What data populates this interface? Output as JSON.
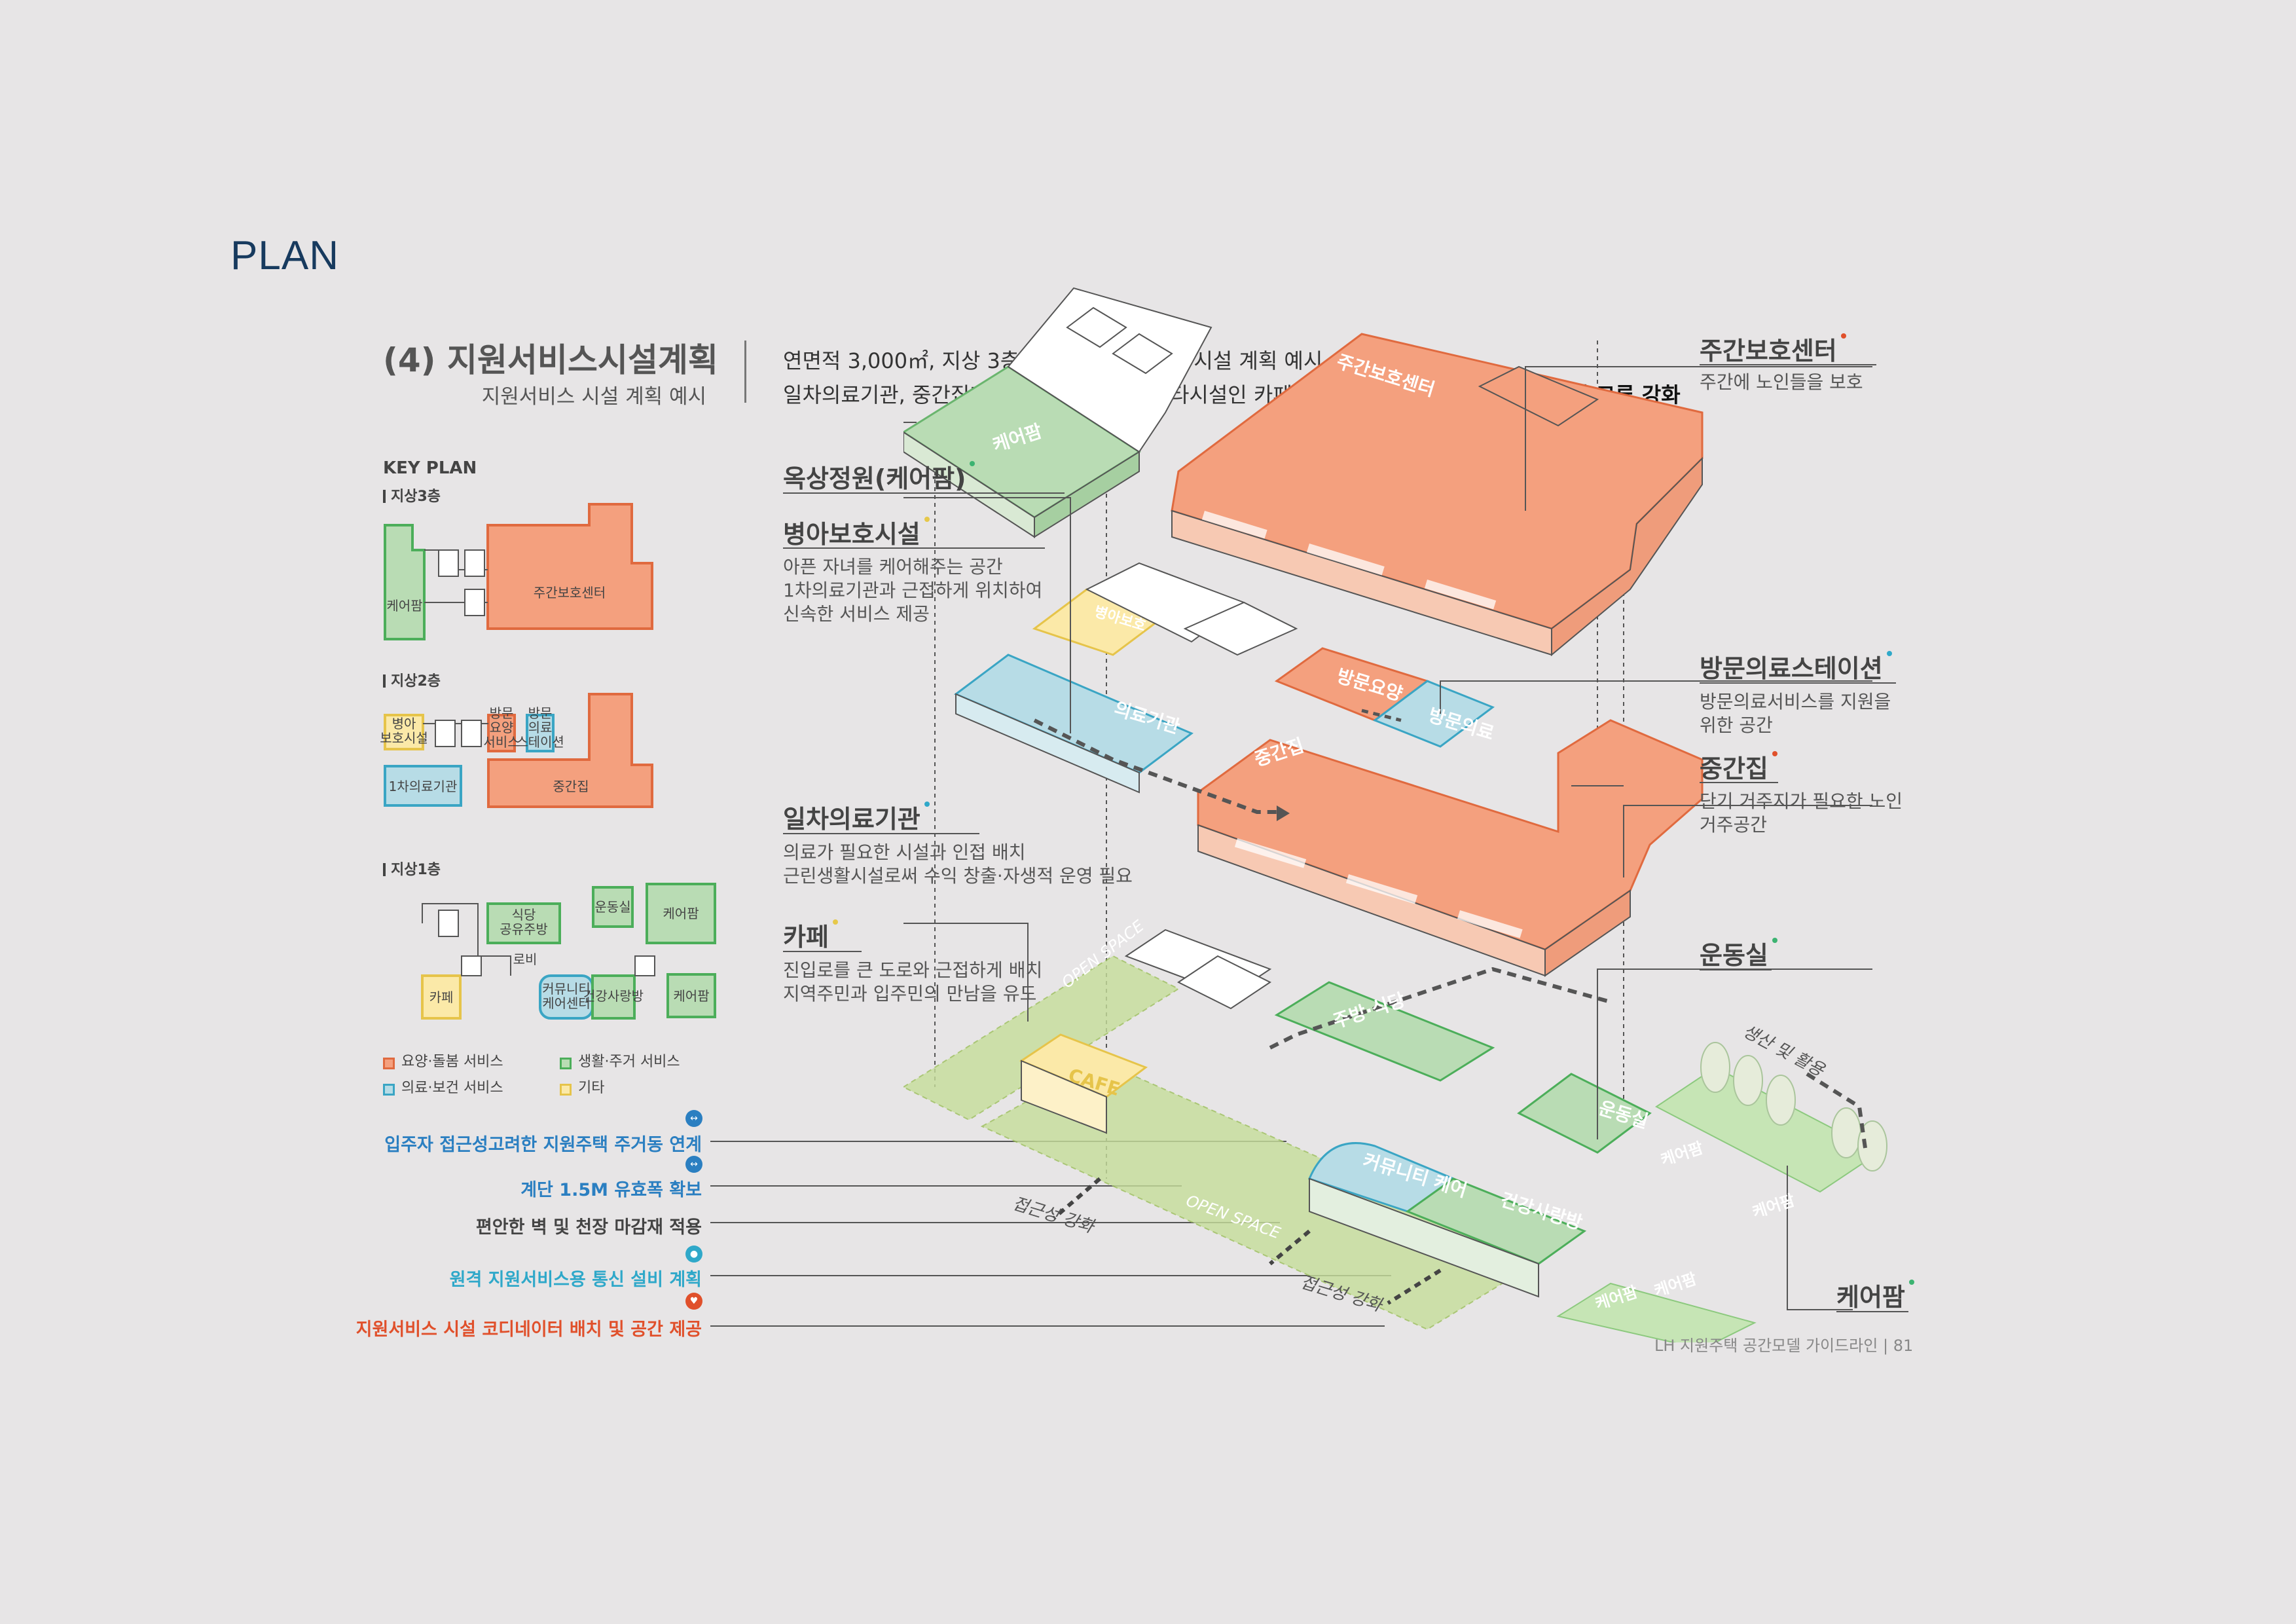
{
  "page": {
    "section": "PLAN",
    "title": "(4) 지원서비스시설계획",
    "subtitle": "지원서비스 시설 계획 예시",
    "intro_line1": "연면적 3,000㎡, 지상 3층 규모의 지원서비스 시설 계획 예시",
    "intro_line2_a": "일차의료기관, 중간집과 같은 복리시설 및 기타시설인 카페 및 병아보호시설 설치로 ",
    "intro_line2_b": "지역사회 교류 강화",
    "footer": "LH 지원주택 공간모델 가이드라인 | 81"
  },
  "keyplan": {
    "title": "KEY PLAN",
    "floors": {
      "f3": "지상3층",
      "f2": "지상2층",
      "f1": "지상1층"
    },
    "rooms": {
      "f3_carefarm": "케어팜",
      "f3_daycare": "주간보호센터",
      "f2_sick_child_1": "병아",
      "f2_sick_child_2": "보호시설",
      "f2_visit_care_1": "방문",
      "f2_visit_care_2": "요양",
      "f2_visit_care_3": "서비스",
      "f2_visit_med_1": "방문",
      "f2_visit_med_2": "의료",
      "f2_visit_med_3": "스테이션",
      "f2_clinic": "1차의료기관",
      "f2_halfway": "중간집",
      "f1_dining_1": "식당",
      "f1_dining_2": "공유주방",
      "f1_gym": "운동실",
      "f1_carefarm_a": "케어팜",
      "f1_lobby": "로비",
      "f1_cafe": "카페",
      "f1_community_1": "커뮤니티",
      "f1_community_2": "케어센터",
      "f1_health": "건강사랑방",
      "f1_carefarm_b": "케어팜"
    },
    "legend": {
      "care": "요양·돌봄 서비스",
      "living": "생활·주거 서비스",
      "medical": "의료·보건 서비스",
      "etc": "기타"
    }
  },
  "features": [
    {
      "text": "입주자 접근성고려한 지원주택 주거동 연계",
      "icon": "link-icon",
      "color": "#2b7fc1"
    },
    {
      "text": "계단 1.5M 유효폭 확보",
      "icon": "link-icon",
      "color": "#2b7fc1"
    },
    {
      "text": "편안한 벽 및 천장 마감재 적용",
      "icon": "",
      "color": "#444444"
    },
    {
      "text": "원격 지원서비스용 통신 설비 계획",
      "icon": "bulb-icon",
      "color": "#2fa8c9"
    },
    {
      "text": "지원서비스 시설 코디네이터 배치 및 공간 제공",
      "icon": "heart-icon",
      "color": "#e0502b"
    }
  ],
  "labels_left": {
    "rooftop": {
      "title": "옥상정원(케어팜)",
      "dot": "#3cb371"
    },
    "sick_child": {
      "title": "병아보호시설",
      "dot": "#e6c84a",
      "lines": [
        "아픈 자녀를 케어해주는 공간",
        "1차의료기관과 근접하게 위치하여",
        "신속한 서비스 제공"
      ]
    },
    "clinic": {
      "title": "일차의료기관",
      "dot": "#2fa8c9",
      "lines": [
        "의료가 필요한 시설과 인접 배치",
        "근린생활시설로써 수익 창출·자생적 운영 필요"
      ]
    },
    "cafe": {
      "title": "카페",
      "dot": "#e6c84a",
      "lines": [
        "진입로를 큰 도로와 근접하게 배치",
        "지역주민과 입주민의 만남을 유도"
      ]
    }
  },
  "labels_right": {
    "daycare": {
      "title": "주간보호센터",
      "dot": "#e0502b",
      "lines": [
        "주간에 노인들을 보호"
      ]
    },
    "visit_med": {
      "title": "방문의료스테이션",
      "dot": "#2fa8c9",
      "lines": [
        "방문의료서비스를 지원을",
        " 위한 공간"
      ]
    },
    "halfway": {
      "title": "중간집",
      "dot": "#e0502b",
      "lines": [
        "단기 거주지가 필요한 노인",
        "거주공간"
      ]
    },
    "gym": {
      "title": "운동실",
      "dot": "#3cb371"
    },
    "carefarm": {
      "title": "케어팜",
      "dot": "#3cb371"
    }
  },
  "iso": {
    "f3_carefarm": "케어팜",
    "f3_daycare": "주간보호센터",
    "f2_sick_child": "병아보호",
    "f2_clinic": "의료기관",
    "f2_visit_care": "방문요양",
    "f2_visit_med": "방문의료",
    "f2_halfway": "중간집",
    "f1_kitchen": "주방·식당",
    "f1_gym": "운동실",
    "f1_cafe": "CAFE",
    "f1_community": "커뮤니티 케어",
    "f1_health": "건강사랑방",
    "f1_carefarm_a": "케어팜",
    "f1_carefarm_b": "케어팜",
    "f1_carefarm_c": "케어팜",
    "f1_carefarm_d": "케어팜",
    "open_space_1": "OPEN SPACE",
    "open_space_2": "OPEN SPACE",
    "access_1": "접근성 강화",
    "access_2": "접근성 강화",
    "produce": "생산 및 활용"
  },
  "colors": {
    "care": "#f4a07e",
    "care_stroke": "#e06a3f",
    "living": "#b9dcb4",
    "living_stroke": "#4cae5a",
    "medical": "#b7dce6",
    "medical_stroke": "#3aa5c4",
    "etc": "#fbe9a8",
    "etc_stroke": "#e6c44a",
    "accent": "#173a5e"
  }
}
